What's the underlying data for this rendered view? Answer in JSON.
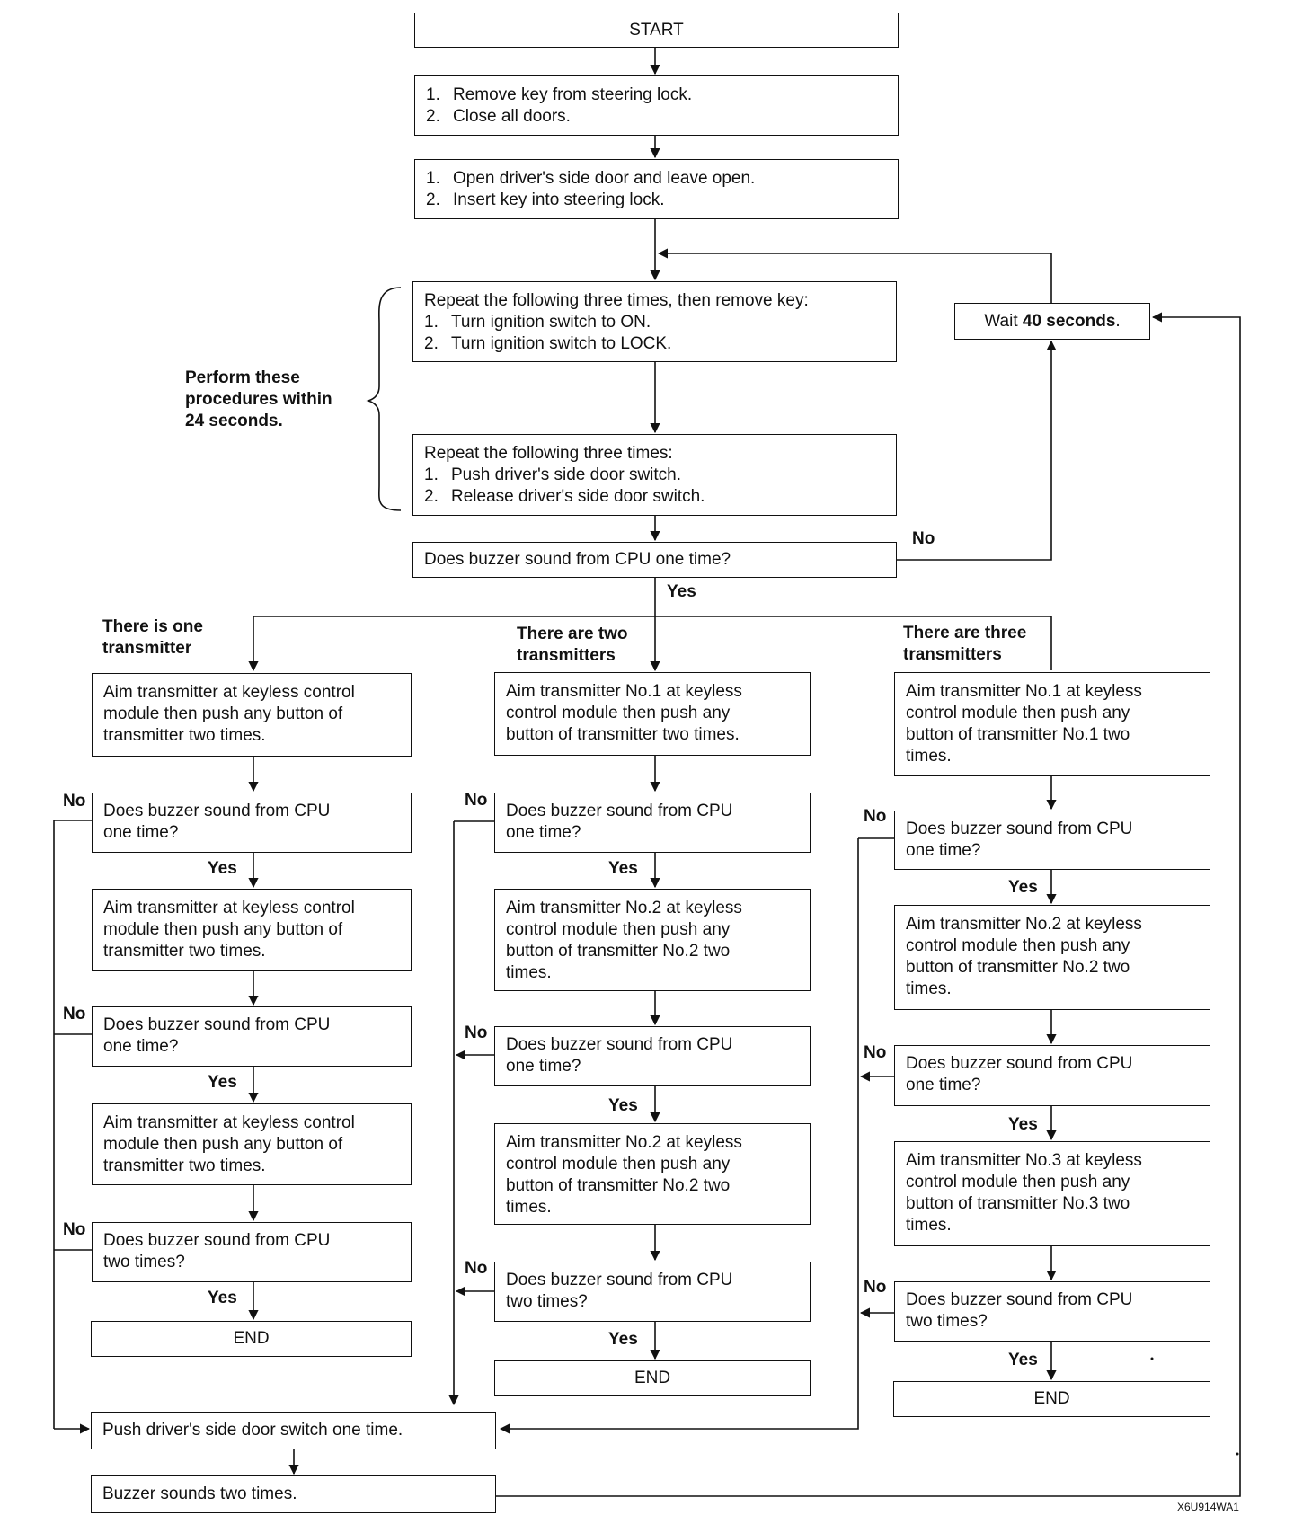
{
  "start": "START",
  "step1": {
    "items": [
      "Remove key from steering lock.",
      "Close all doors."
    ]
  },
  "step2": {
    "items": [
      "Open driver's side door and leave open.",
      "Insert key into steering lock."
    ]
  },
  "step3": {
    "intro": "Repeat the following three times, then remove key:",
    "items": [
      "Turn ignition switch to ON.",
      "Turn ignition switch to LOCK."
    ]
  },
  "step4": {
    "intro": "Repeat the following three times:",
    "items": [
      "Push driver's side door switch.",
      "Release driver's side door switch."
    ]
  },
  "brace_note": [
    "Perform these",
    "procedures within",
    "24 seconds."
  ],
  "wait": {
    "prefix": "Wait ",
    "bold": "40 seconds",
    "suffix": "."
  },
  "check_main": "Does buzzer sound from CPU one time?",
  "labels": {
    "yes": "Yes",
    "no": "No"
  },
  "branch_one": {
    "header": [
      "There is one",
      "transmitter"
    ],
    "aim1": [
      "Aim transmitter at keyless control",
      "module then push any button of",
      "transmitter two times."
    ],
    "q1": [
      "Does buzzer sound from CPU",
      "one time?"
    ],
    "aim2": [
      "Aim transmitter at keyless control",
      "module then push any button of",
      "transmitter two times."
    ],
    "q2": [
      "Does buzzer sound from CPU",
      "one time?"
    ],
    "aim3": [
      "Aim transmitter at keyless control",
      "module then push any button of",
      "transmitter two times."
    ],
    "q3": [
      "Does buzzer sound from CPU",
      "two times?"
    ],
    "end": "END"
  },
  "branch_two": {
    "header": [
      "There are two",
      "transmitters"
    ],
    "aim1": [
      "Aim transmitter No.1 at keyless",
      "control module then push any",
      "button of transmitter two times."
    ],
    "q1": [
      "Does buzzer sound from CPU",
      "one time?"
    ],
    "aim2": [
      "Aim transmitter No.2 at keyless",
      "control module then push any",
      "button of transmitter No.2 two",
      "times."
    ],
    "q2": [
      "Does buzzer sound from CPU",
      "one time?"
    ],
    "aim3": [
      "Aim transmitter No.2 at keyless",
      "control module then push any",
      "button of transmitter No.2 two",
      "times."
    ],
    "q3": [
      "Does buzzer sound from CPU",
      "two times?"
    ],
    "end": "END"
  },
  "branch_three": {
    "header": [
      "There are three",
      "transmitters"
    ],
    "aim1": [
      "Aim transmitter No.1 at keyless",
      "control module then push any",
      "button of transmitter No.1 two",
      "times."
    ],
    "q1": [
      "Does buzzer sound from CPU",
      "one time?"
    ],
    "aim2": [
      "Aim transmitter No.2 at keyless",
      "control module then push any",
      "button of transmitter No.2 two",
      "times."
    ],
    "q2": [
      "Does buzzer sound from CPU",
      "one time?"
    ],
    "aim3": [
      "Aim transmitter No.3 at keyless",
      "control module then push any",
      "button of transmitter No.3 two",
      "times."
    ],
    "q3": [
      "Does buzzer sound from CPU",
      "two times?"
    ],
    "end": "END"
  },
  "push_switch": "Push driver's side door switch one time.",
  "buzzer_two": "Buzzer sounds two times.",
  "figure_code": "X6U914WA1"
}
